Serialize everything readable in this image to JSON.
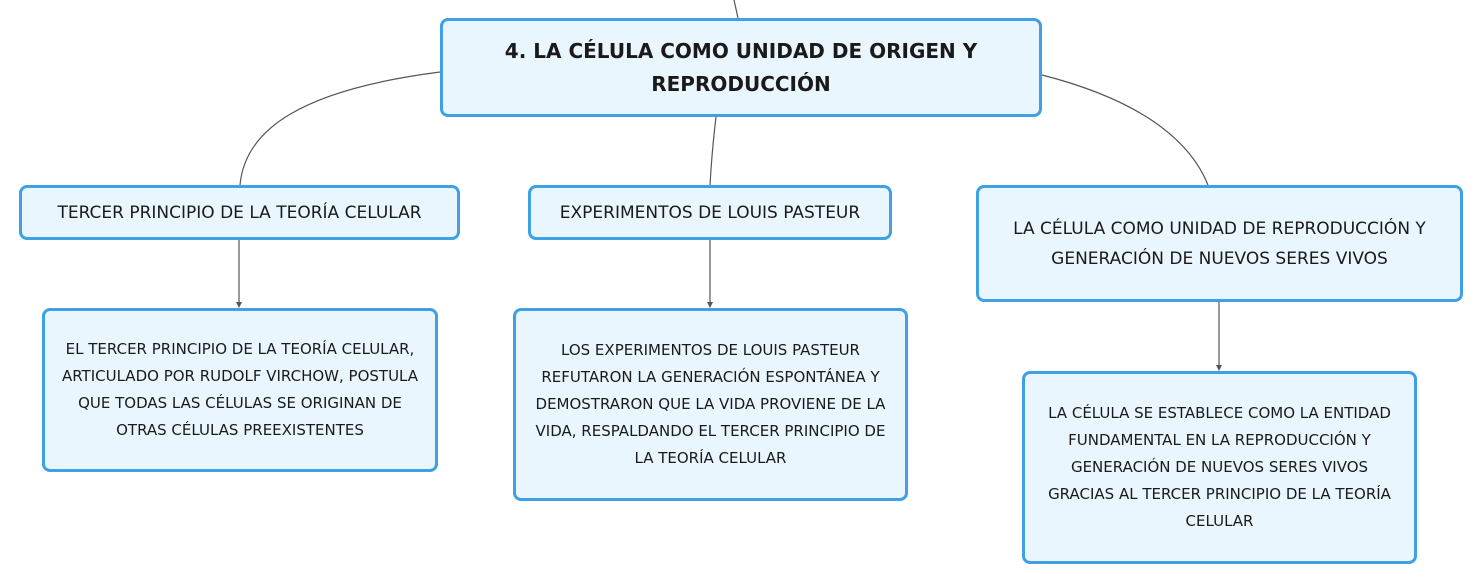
{
  "root": {
    "title": "4. LA CÉLULA COMO UNIDAD DE ORIGEN Y REPRODUCCIÓN"
  },
  "topics": [
    {
      "title": "TERCER PRINCIPIO DE LA TEORÍA CELULAR",
      "detail": "EL TERCER PRINCIPIO DE LA TEORÍA CELULAR, ARTICULADO POR RUDOLF VIRCHOW, POSTULA QUE TODAS LAS CÉLULAS SE ORIGINAN DE OTRAS CÉLULAS PREEXISTENTES"
    },
    {
      "title": "EXPERIMENTOS DE LOUIS PASTEUR",
      "detail": "LOS EXPERIMENTOS DE LOUIS PASTEUR REFUTARON LA GENERACIÓN ESPONTÁNEA Y DEMOSTRARON QUE LA VIDA PROVIENE DE LA VIDA, RESPALDANDO EL TERCER PRINCIPIO DE LA TEORÍA CELULAR"
    },
    {
      "title": "LA CÉLULA COMO UNIDAD DE REPRODUCCIÓN Y GENERACIÓN DE NUEVOS SERES VIVOS",
      "detail": "LA CÉLULA SE ESTABLECE COMO LA ENTIDAD FUNDAMENTAL EN LA REPRODUCCIÓN Y GENERACIÓN DE NUEVOS SERES VIVOS GRACIAS AL TERCER PRINCIPIO DE LA TEORÍA CELULAR"
    }
  ],
  "colors": {
    "node_border": "#3fa0e6",
    "node_fill": "#eaf6fd",
    "connector": "#555555"
  }
}
